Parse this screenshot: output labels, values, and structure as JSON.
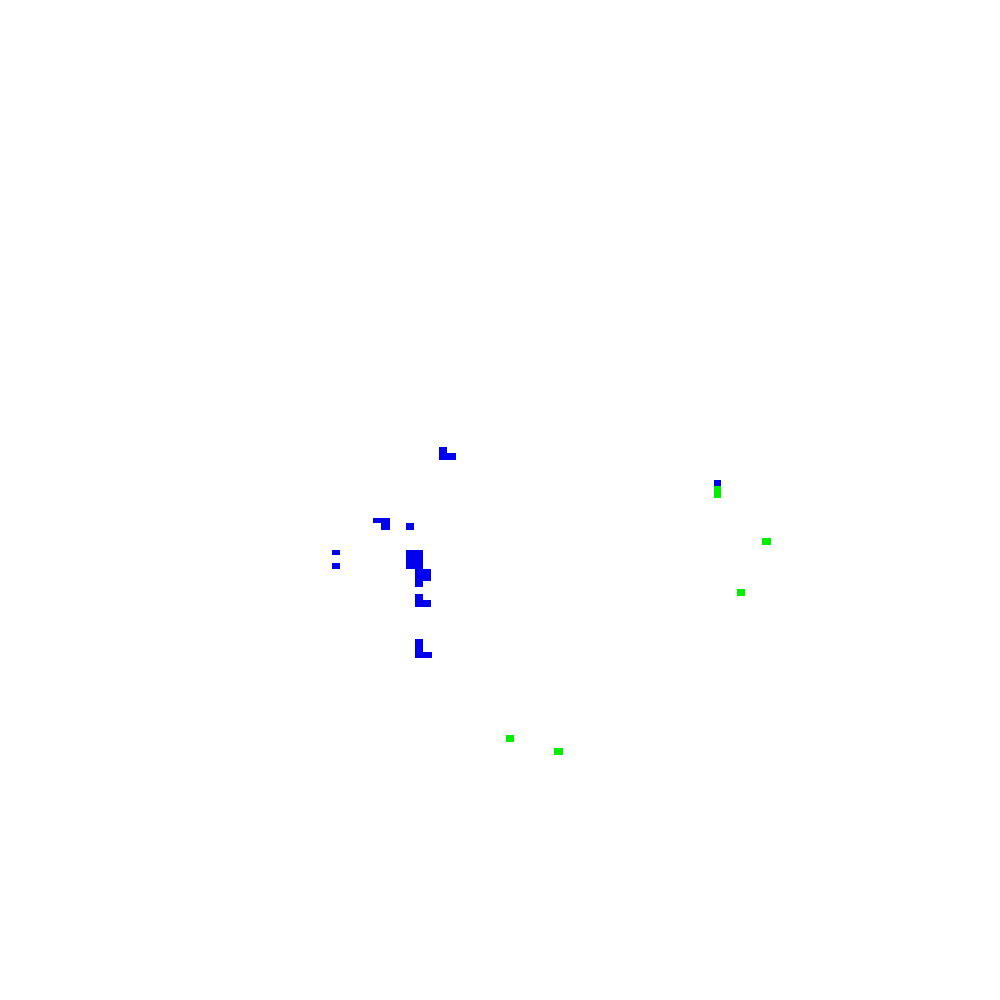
{
  "colors": {
    "background": "#ffffff",
    "cluster_blue": "#0000ee",
    "cluster_green": "#00ee00"
  },
  "clusters": [
    {
      "name": "blue",
      "color_key": "cluster_blue"
    },
    {
      "name": "green",
      "color_key": "cluster_green"
    }
  ]
}
